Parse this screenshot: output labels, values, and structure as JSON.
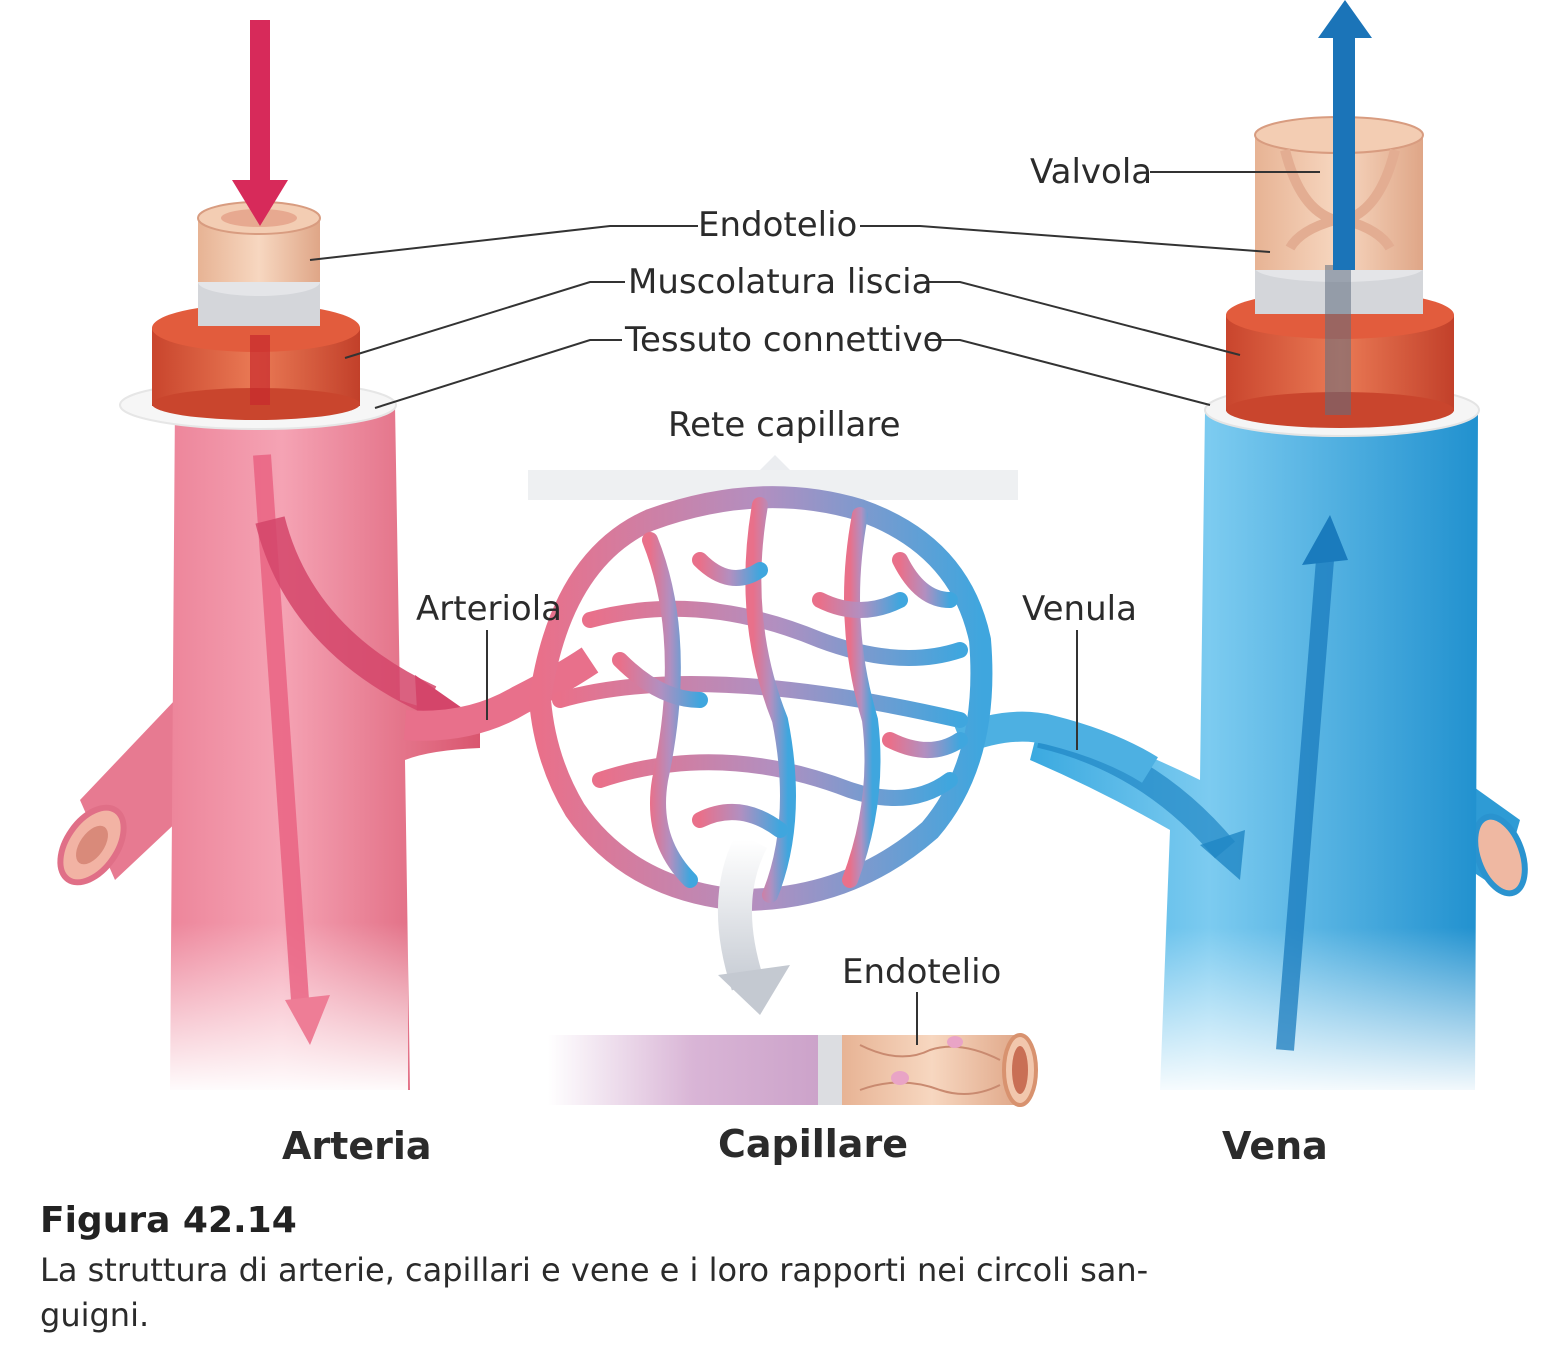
{
  "labels": {
    "valvola": "Valvola",
    "endotelio_top": "Endotelio",
    "muscolatura": "Muscolatura liscia",
    "tessuto": "Tessuto connettivo",
    "rete": "Rete capillare",
    "arteriola": "Arteriola",
    "venula": "Venula",
    "endotelio_cap": "Endotelio"
  },
  "vessels": {
    "arteria": "Arteria",
    "capillare": "Capillare",
    "vena": "Vena"
  },
  "figure": {
    "title": "Figura 42.14",
    "caption": "La struttura di arterie, capillari e vene e i loro rapporti nei circoli san-guigni."
  },
  "colors": {
    "artery": "#e2687f",
    "vein": "#2f9fd8",
    "muscle": "#d8553a",
    "endothelium": "#efc2a4",
    "connective": "#f4f4f4"
  }
}
